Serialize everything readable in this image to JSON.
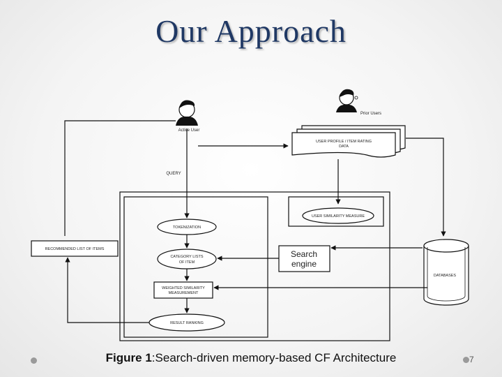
{
  "slide": {
    "title": "Our Approach",
    "page_number": "7"
  },
  "diagram": {
    "active_user": "Active User",
    "other_users": "Prior Users",
    "user_profile_db": [
      "USER PROFILE / ITEM RATING",
      "DATA"
    ],
    "query": "QUERY",
    "recommended_list": "RECOMMENDED LIST OF ITEMS",
    "user_similarity": "USER SIMILARITY MEASURE",
    "tokenization": "TOKENIZATION",
    "category_lists": [
      "CATEGORY LISTS",
      "OF ITEM"
    ],
    "search_engine": [
      "Search",
      "engine"
    ],
    "weighted_similarity": [
      "WEIGHTED SIMILARITY",
      "MEASUREMENT"
    ],
    "result_ranking": "RESULT RANKING",
    "databases": "DATABASES"
  },
  "caption": {
    "prefix": "Figure 1",
    "text": ":Search-driven memory-based CF Architecture"
  },
  "colors": {
    "title": "#1f3864",
    "line": "#111111"
  }
}
